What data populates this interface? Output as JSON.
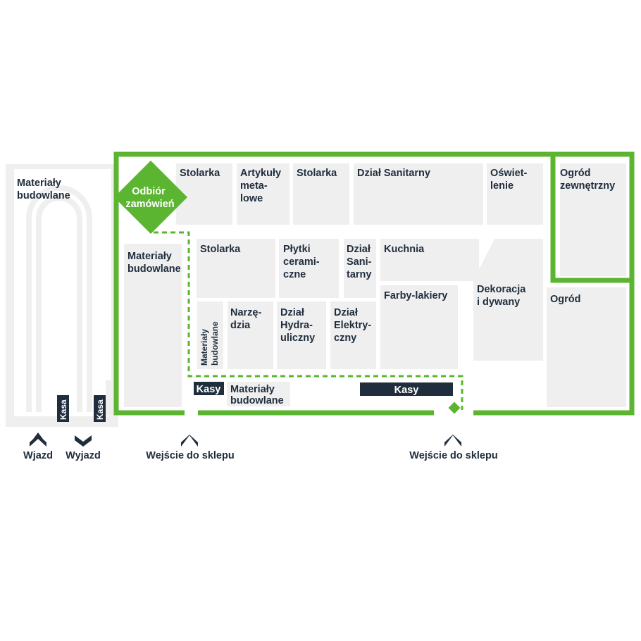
{
  "colors": {
    "accent_green": "#5bb531",
    "zone_grey": "#efefef",
    "dark_navy": "#1f2d3d",
    "text_dark": "#1f2d3d"
  },
  "yard": {
    "zone_label_lines": [
      "Materiały",
      "budowlane"
    ],
    "cashier_left": "Kasa",
    "cashier_right": "Kasa",
    "entry_label": "Wjazd",
    "exit_label": "Wyjazd"
  },
  "pickup": {
    "label_lines": [
      "Odbiór",
      "zamówień"
    ]
  },
  "departments": [
    {
      "id": "stolarka-1",
      "lines": [
        "Stolarka"
      ]
    },
    {
      "id": "artykuly-metalowe",
      "lines": [
        "Artykuły",
        "meta-",
        "lowe"
      ]
    },
    {
      "id": "stolarka-2",
      "lines": [
        "Stolarka"
      ]
    },
    {
      "id": "dzial-sanitarny-top",
      "lines": [
        "Dział Sanitarny"
      ]
    },
    {
      "id": "oswietlenie",
      "lines": [
        "Oświet-",
        "lenie"
      ]
    },
    {
      "id": "ogrod-zewnetrzny",
      "lines": [
        "Ogród",
        "zewnętrzny"
      ]
    },
    {
      "id": "materialy-budowlane-left",
      "lines": [
        "Materiały",
        "budowlane"
      ]
    },
    {
      "id": "stolarka-3",
      "lines": [
        "Stolarka"
      ]
    },
    {
      "id": "plytki-ceramiczne",
      "lines": [
        "Płytki",
        "cerami-",
        "czne"
      ]
    },
    {
      "id": "dzial-sanitarny-mid",
      "lines": [
        "Dział",
        "Sani-",
        "tarny"
      ]
    },
    {
      "id": "kuchnia",
      "lines": [
        "Kuchnia"
      ]
    },
    {
      "id": "farby-lakiery",
      "lines": [
        "Farby-lakiery"
      ]
    },
    {
      "id": "dekoracja-dywany",
      "lines": [
        "Dekoracja",
        "i dywany"
      ]
    },
    {
      "id": "ogrod",
      "lines": [
        "Ogród"
      ]
    },
    {
      "id": "materialy-budowlane-vertical",
      "lines": [
        "Materiały",
        "budowlane"
      ]
    },
    {
      "id": "narzedzia",
      "lines": [
        "Narzę-",
        "dzia"
      ]
    },
    {
      "id": "dzial-hydrauliczny",
      "lines": [
        "Dział",
        "Hydra-",
        "uliczny"
      ]
    },
    {
      "id": "dzial-elektryczny",
      "lines": [
        "Dział",
        "Elektry-",
        "czny"
      ]
    },
    {
      "id": "materialy-budowlane-bottom",
      "lines": [
        "Materiały",
        "budowlane"
      ]
    }
  ],
  "checkouts": {
    "small_label": "Kasy",
    "large_label": "Kasy"
  },
  "entrances": [
    {
      "id": "entrance-left",
      "label": "Wejście do sklepu"
    },
    {
      "id": "entrance-right",
      "label": "Wejście do sklepu"
    }
  ]
}
